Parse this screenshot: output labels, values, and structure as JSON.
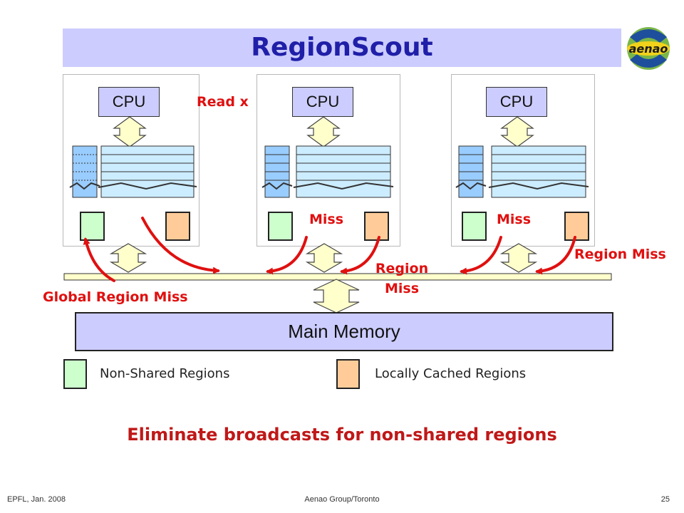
{
  "slide": {
    "title": "RegionScout",
    "logo_text": "aenao",
    "cpu_label": "CPU",
    "main_memory": "Main Memory",
    "annotations": {
      "read_x": "Read x",
      "miss_1": "Miss",
      "miss_2": "Miss",
      "region_miss_mid_line1": "Region",
      "region_miss_mid_line2": "Miss",
      "region_miss_right": "Region Miss",
      "global_region_miss": "Global Region Miss"
    },
    "legend": {
      "non_shared": "Non-Shared Regions",
      "locally_cached": "Locally Cached Regions"
    },
    "tagline": "Eliminate broadcasts for non-shared regions",
    "footer": {
      "left": "EPFL, Jan. 2008",
      "center": "Aenao Group/Toronto",
      "page": "25"
    }
  },
  "colors": {
    "title_bg": "#ccccff",
    "title_text": "#1f1fa8",
    "accent_red": "#e01010",
    "non_shared": "#ccffcc",
    "locally_cached": "#ffcc99",
    "cache_blue": "#99ccff",
    "bus": "#ffffcc"
  }
}
